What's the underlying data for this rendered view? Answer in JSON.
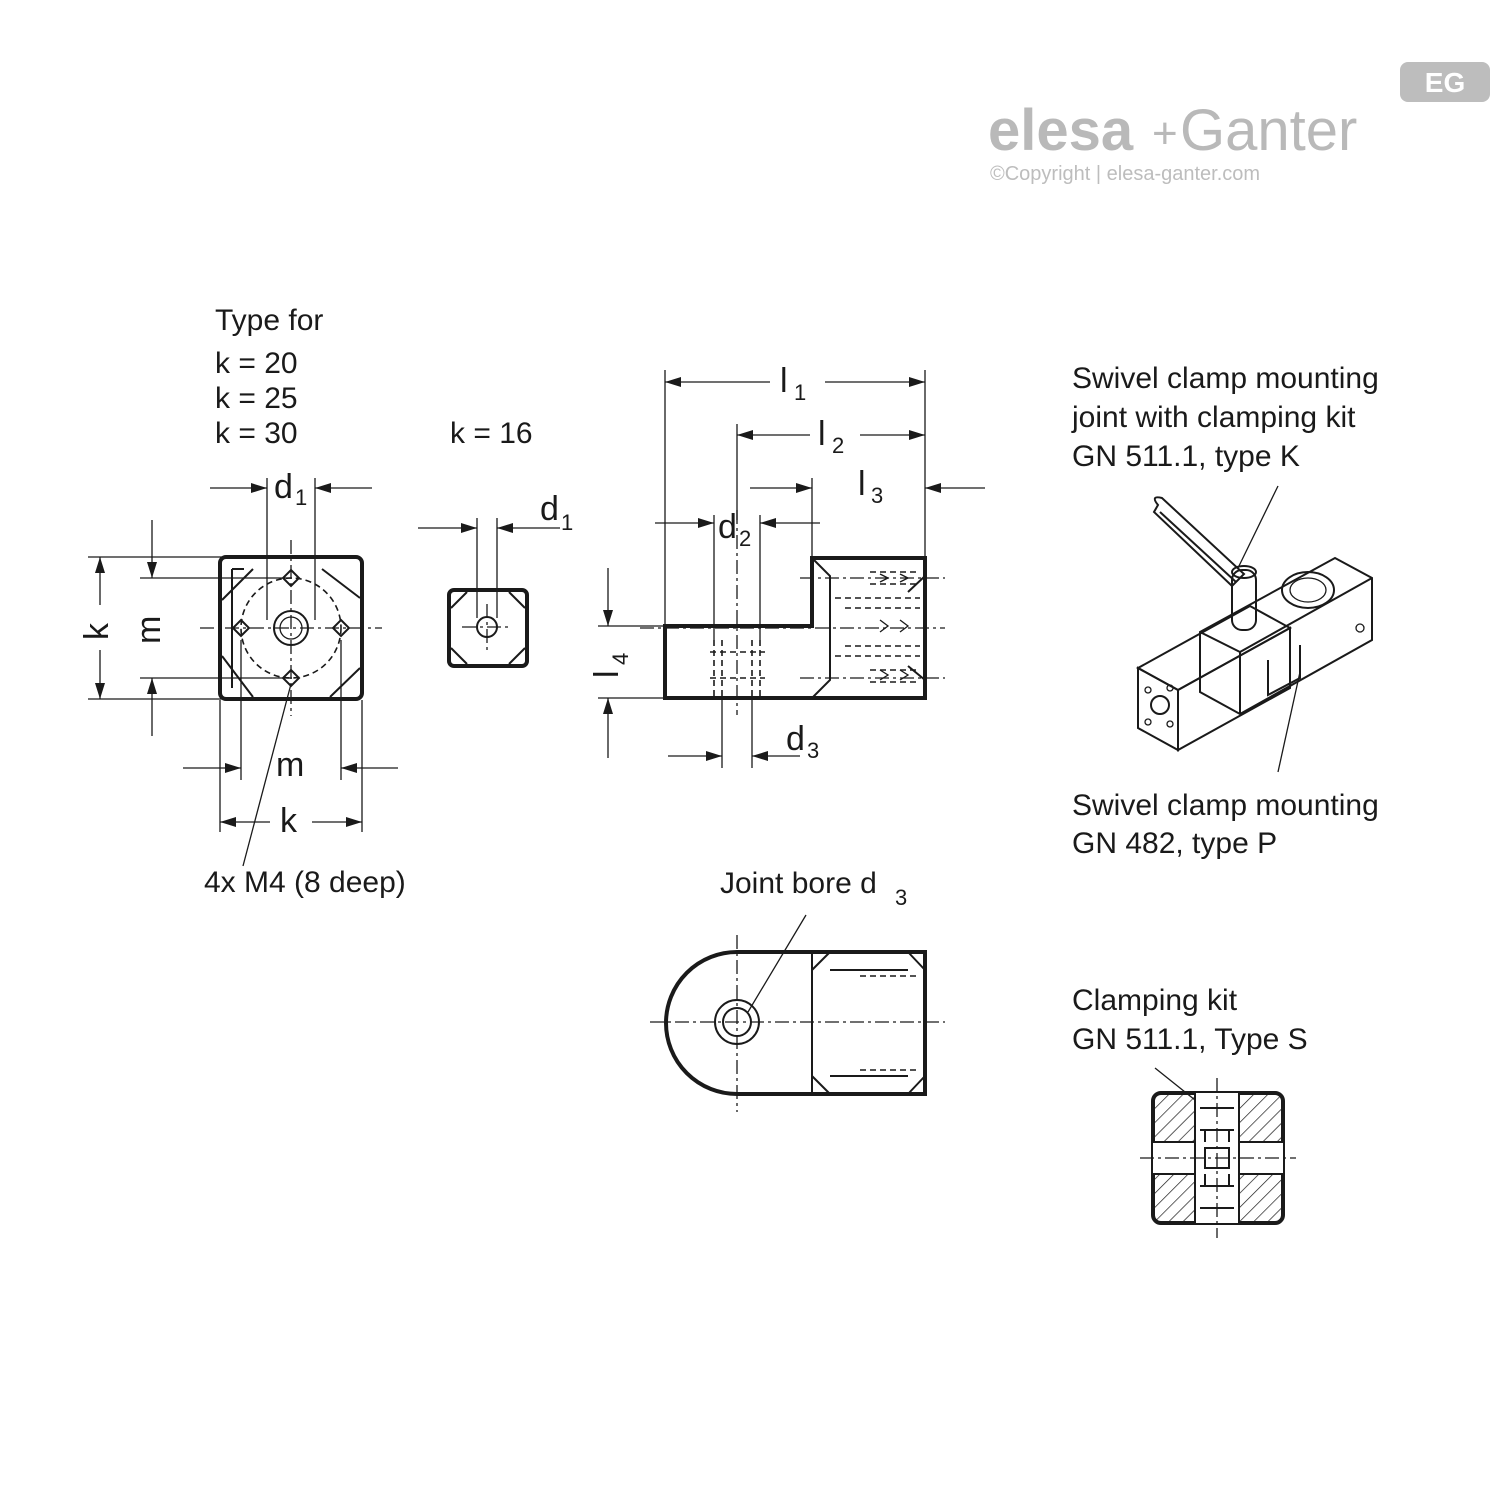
{
  "brand": {
    "name_part1": "elesa",
    "plus": "+",
    "name_part2": "Ganter",
    "copyright": "©Copyright | elesa-ganter.com",
    "badge": "EG"
  },
  "front_view": {
    "type_for_label": "Type for",
    "k_values": [
      "k = 20",
      "k = 25",
      "k = 30"
    ],
    "d1": "d",
    "d1_sub": "1",
    "k_side": "k",
    "m_side": "m",
    "m_bottom": "m",
    "k_bottom": "k",
    "thread_note": "4x M4 (8 deep)"
  },
  "small_view": {
    "k_label": "k = 16",
    "d1": "d",
    "d1_sub": "1"
  },
  "side_view": {
    "l1": "l",
    "l1_sub": "1",
    "l2": "l",
    "l2_sub": "2",
    "l3": "l",
    "l3_sub": "3",
    "l4": "l",
    "l4_sub": "4",
    "d2": "d",
    "d2_sub": "2",
    "d3": "d",
    "d3_sub": "3"
  },
  "top_view": {
    "joint_bore": "Joint bore d",
    "joint_bore_sub": "3"
  },
  "callouts": {
    "type_k": [
      "Swivel clamp mounting",
      "joint with clamping kit",
      "GN 511.1, type K"
    ],
    "type_p": [
      "Swivel clamp mounting",
      "GN 482, type P"
    ],
    "type_s": [
      "Clamping kit",
      "GN 511.1, Type S"
    ]
  }
}
